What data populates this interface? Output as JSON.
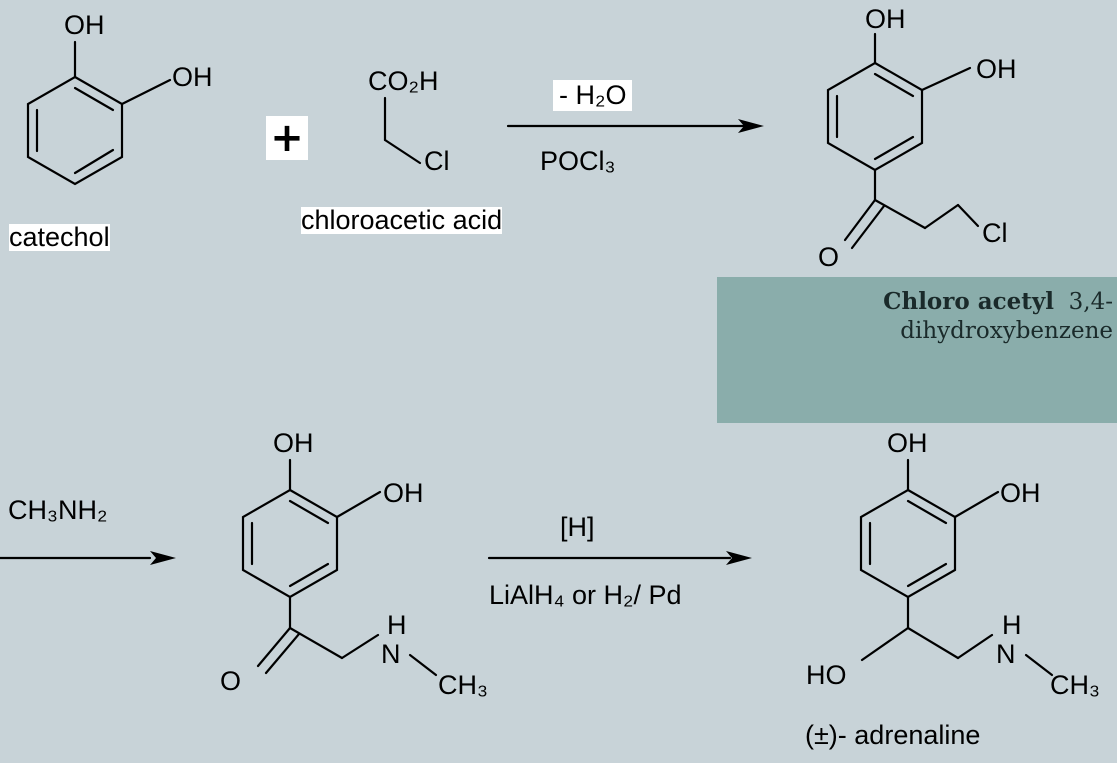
{
  "reagents": {
    "plus_sign": "+",
    "step1_above": "- H₂O",
    "step1_below": "POCl₃",
    "step2_above": "CH₃NH₂",
    "step3_above": "[H]",
    "step3_below": "LiAlH₄ or H₂/ Pd"
  },
  "names": {
    "catechol": "catechol",
    "chloroacetic_acid": "chloroacetic acid",
    "intermediate_bold": "Chloro acetyl",
    "intermediate_rest": "3,4-",
    "intermediate_line2": "dihydroxybenzene",
    "product": "(±)- adrenaline"
  },
  "atoms": {
    "oh": "OH",
    "ho": "HO",
    "o": "O",
    "cl": "Cl",
    "n": "N",
    "h": "H",
    "co2h": "CO₂H",
    "ch3": "CH₃"
  }
}
